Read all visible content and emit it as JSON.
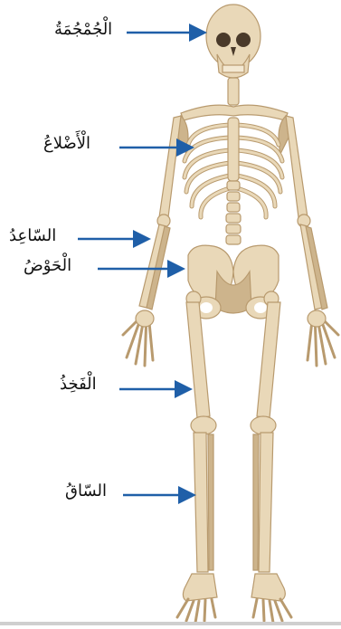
{
  "diagram": {
    "labels": [
      {
        "id": "skull",
        "text": "الْجُمْجُمَةُ"
      },
      {
        "id": "ribs",
        "text": "الْأَضْلاعُ"
      },
      {
        "id": "forearm",
        "text": "السّاعِدُ"
      },
      {
        "id": "pelvis",
        "text": "الْحَوْضُ"
      },
      {
        "id": "thigh",
        "text": "الْفَخِذُ"
      },
      {
        "id": "shin",
        "text": "السّاقُ"
      }
    ],
    "colors": {
      "bone_fill": "#e9d8b8",
      "bone_shadow": "#cdb48c",
      "bone_outline": "#b89a6e",
      "arrow": "#1f5fa8",
      "rule": "#cfcfcf"
    }
  }
}
